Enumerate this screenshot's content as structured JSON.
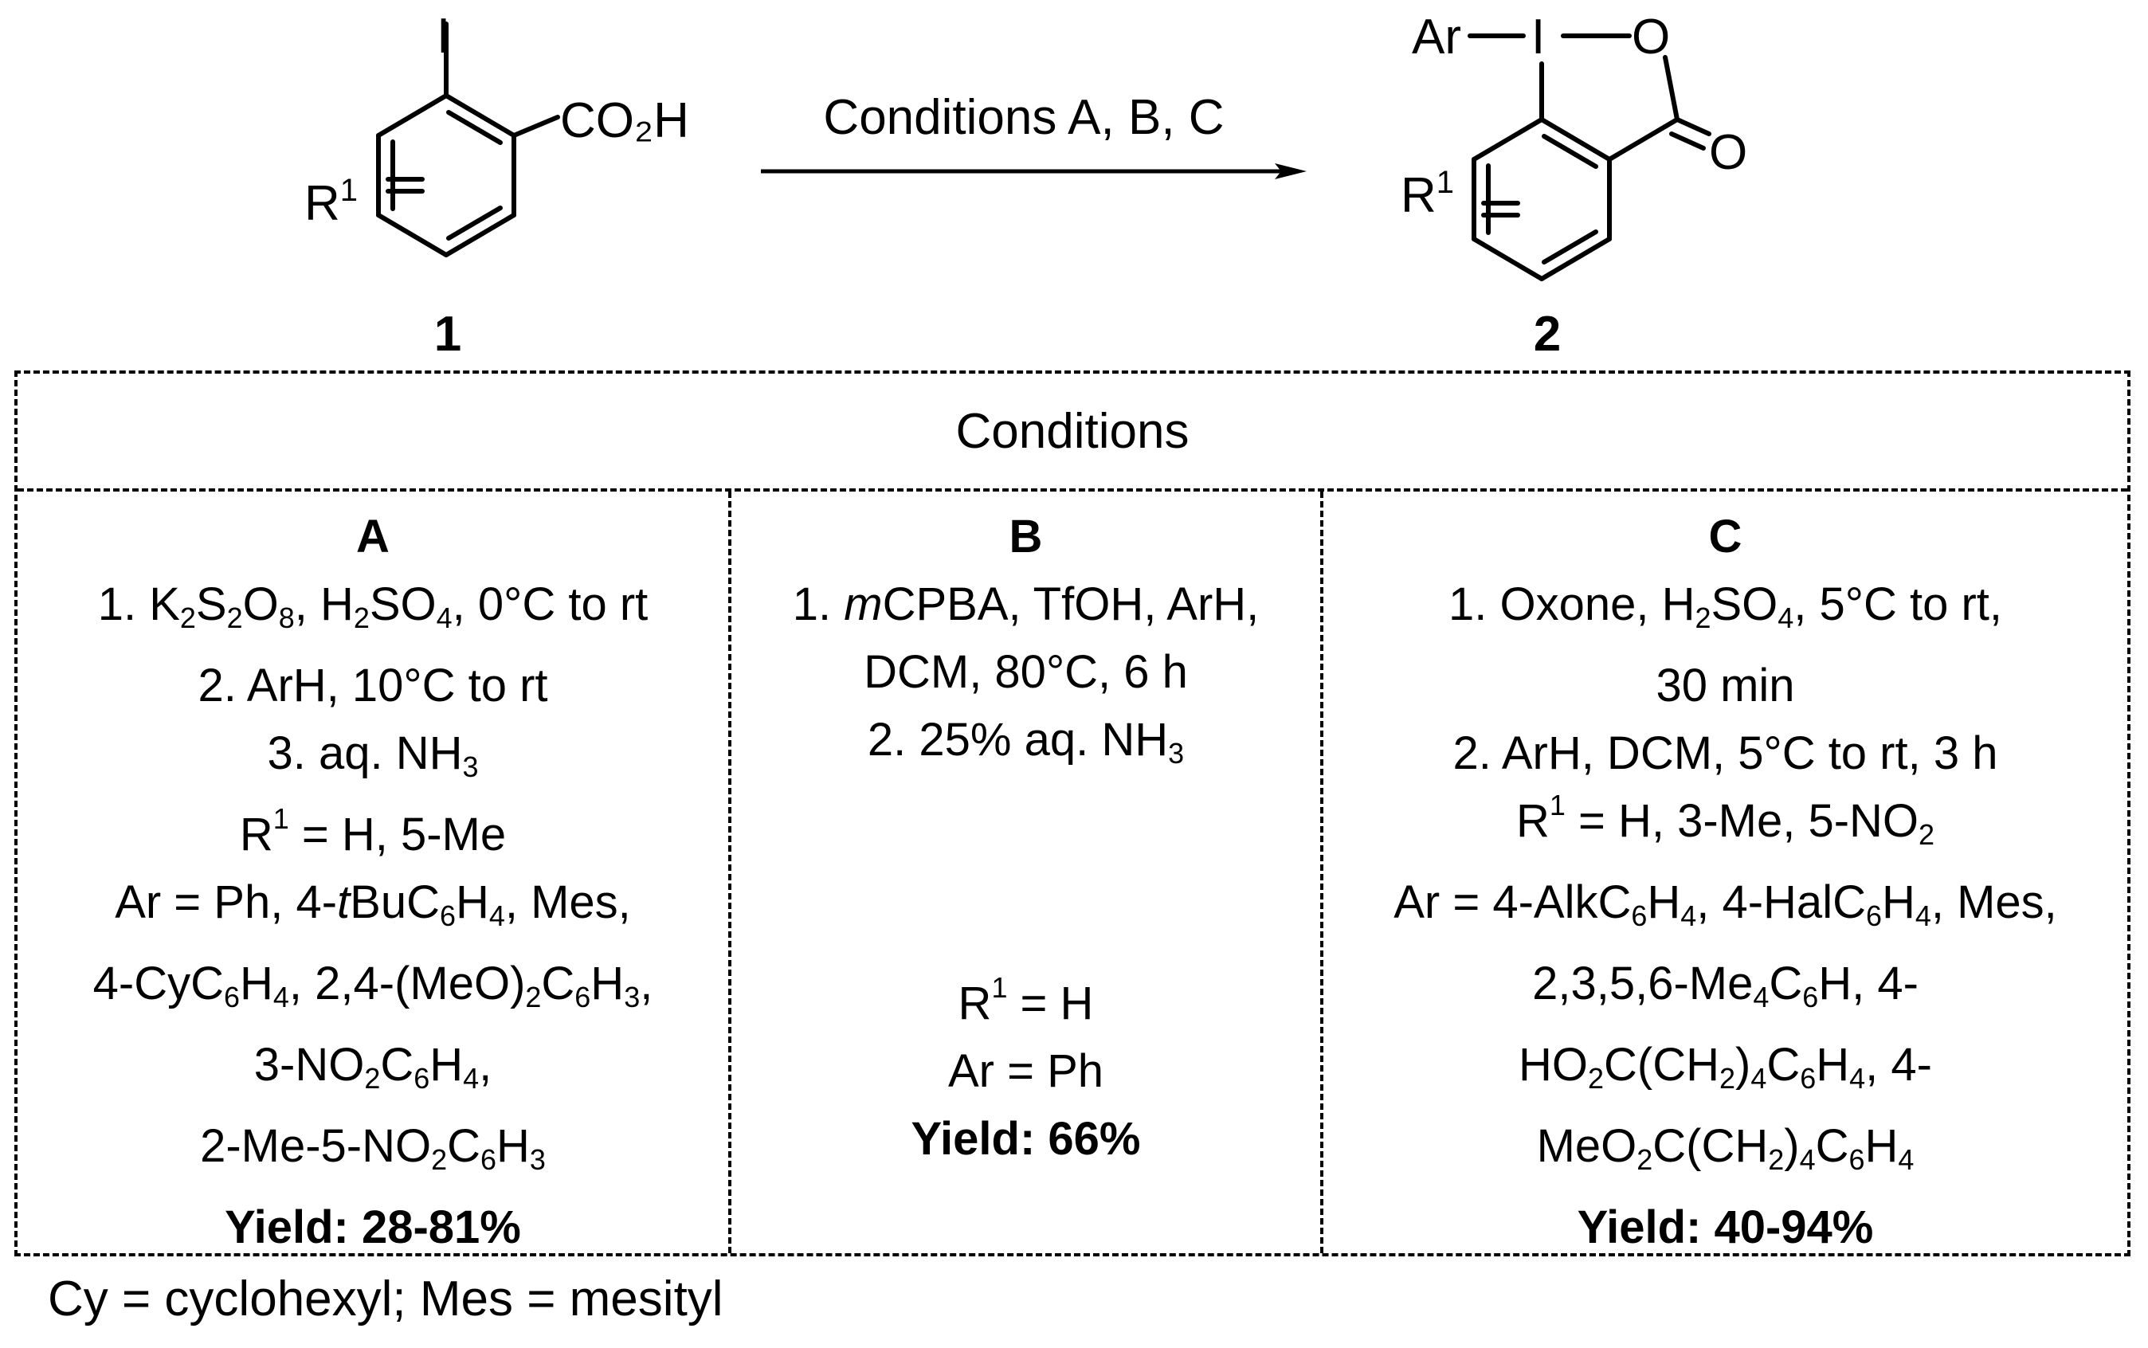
{
  "reactant": {
    "iodo": "I",
    "acid": "CO₂H",
    "substituent": "R",
    "substituent_sup": "1",
    "number": "1"
  },
  "product": {
    "aryl": "Ar",
    "iodo": "I",
    "ring_oxygen": "O",
    "carbonyl_oxygen": "O",
    "substituent": "R",
    "substituent_sup": "1",
    "number": "2"
  },
  "arrow": {
    "label": "Conditions A, B, C"
  },
  "table": {
    "header": "Conditions",
    "columns": [
      {
        "title": "A",
        "lines": [
          "1. K<sub>2</sub>S<sub>2</sub>O<sub>8</sub>, H<sub>2</sub>SO<sub>4</sub>, 0°C to rt",
          "2. ArH, 10°C to rt",
          "3. aq. NH<sub>3</sub>",
          "R<sup>1</sup> = H, 5-Me",
          "Ar = Ph, 4-<i>t</i>BuC<sub>6</sub>H<sub>4</sub>, Mes,",
          "4-CyC<sub>6</sub>H<sub>4</sub>, 2,4-(MeO)<sub>2</sub>C<sub>6</sub>H<sub>3</sub>,",
          "3-NO<sub>2</sub>C<sub>6</sub>H<sub>4</sub>,",
          "2-Me-5-NO<sub>2</sub>C<sub>6</sub>H<sub>3</sub>"
        ],
        "yield": "Yield: 28-81%"
      },
      {
        "title": "B",
        "lines": [
          "1. <i>m</i>CPBA, TfOH, ArH,",
          "DCM, 80°C, 6 h",
          "2. 25% aq. NH<sub>3</sub>"
        ],
        "bottom_lines": [
          "R<sup>1</sup> = H",
          "Ar = Ph"
        ],
        "yield": "Yield: 66%"
      },
      {
        "title": "C",
        "lines": [
          "1. Oxone, H<sub>2</sub>SO<sub>4</sub>, 5°C to rt,",
          "30 min",
          "2. ArH, DCM, 5°C to rt, 3 h",
          "R<sup>1</sup> = H, 3-Me, 5-NO<sub>2</sub>",
          "Ar = 4-AlkC<sub>6</sub>H<sub>4</sub>, 4-HalC<sub>6</sub>H<sub>4</sub>, Mes,",
          "2,3,5,6-Me<sub>4</sub>C<sub>6</sub>H, 4-",
          "HO<sub>2</sub>C(CH<sub>2</sub>)<sub>4</sub>C<sub>6</sub>H<sub>4</sub>, 4-",
          "MeO<sub>2</sub>C(CH<sub>2</sub>)<sub>4</sub>C<sub>6</sub>H<sub>4</sub>"
        ],
        "yield": "Yield: 40-94%"
      }
    ]
  },
  "footnote": "Cy = cyclohexyl; Mes = mesityl"
}
